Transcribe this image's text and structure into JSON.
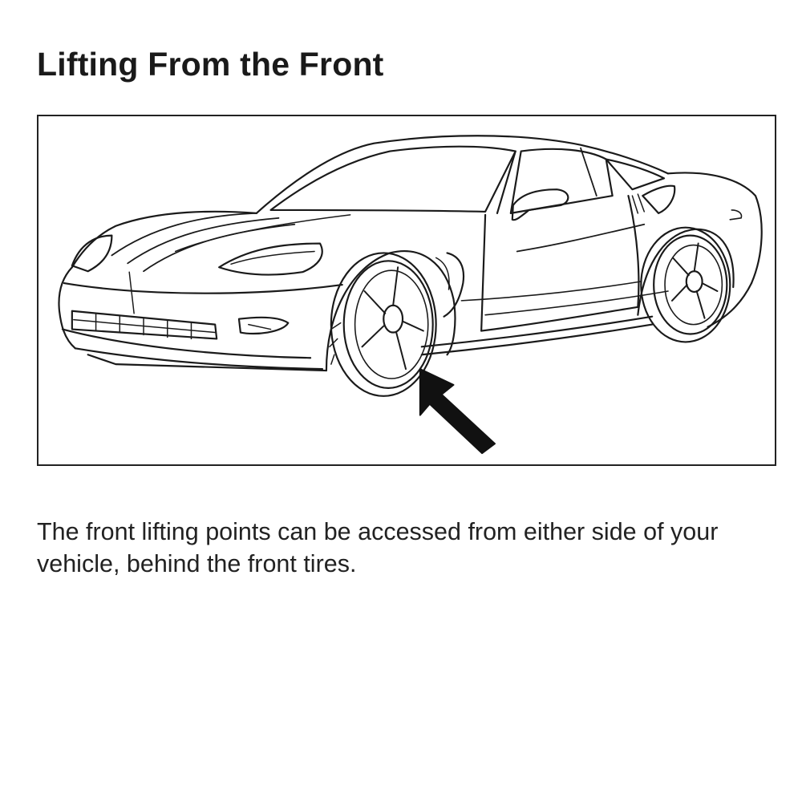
{
  "section": {
    "title": "Lifting From the Front"
  },
  "figure": {
    "subject": "car-illustration",
    "pointer": "arrow-pointing-to-front-lifting-point"
  },
  "body": {
    "text": "The front lifting points can be accessed from either side of your vehicle, behind the front tires."
  },
  "colors": {
    "ink": "#1a1a1a",
    "frame": "#222222",
    "background": "#ffffff"
  }
}
